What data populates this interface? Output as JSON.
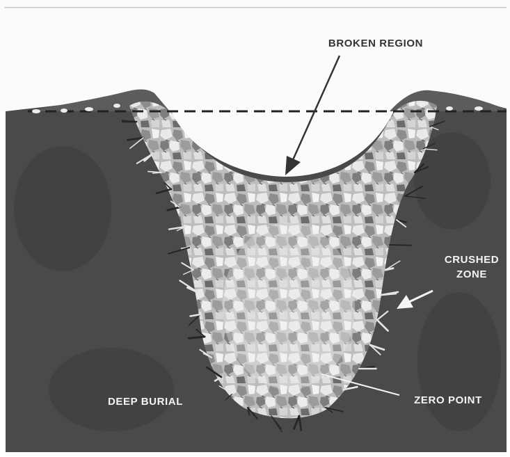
{
  "diagram": {
    "labels": {
      "broken_region": "BROKEN REGION",
      "crushed_zone_line1": "CRUSHED",
      "crushed_zone_line2": "ZONE",
      "zero_point": "ZERO POINT",
      "deep_burial": "DEEP BURIAL"
    },
    "colors": {
      "sky": "#fbfbfb",
      "ground": "#4a4a4a",
      "ground_dark": "#3a3a3a",
      "rubble_light": "#e6e6e6",
      "rubble_mid": "#a7a7a7",
      "rubble_dark": "#6f6f6f",
      "label_dark": "#333333",
      "label_light": "#f4f4f4"
    }
  }
}
